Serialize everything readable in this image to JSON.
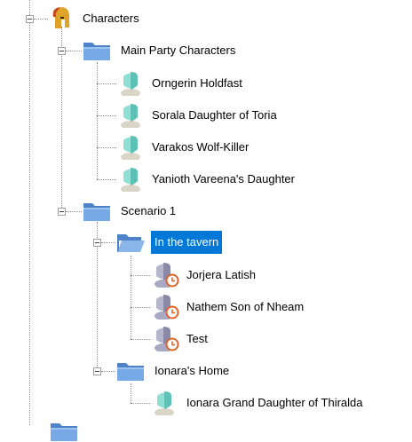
{
  "tree": {
    "root": {
      "label": "Characters",
      "icon": "spartan-helmet-icon"
    },
    "main_party": {
      "label": "Main Party Characters",
      "icon": "folder-icon",
      "children": [
        {
          "label": "Orngerin Holdfast",
          "icon": "character-icon"
        },
        {
          "label": "Sorala Daughter of Toria",
          "icon": "character-icon"
        },
        {
          "label": "Varakos Wolf-Killer",
          "icon": "character-icon"
        },
        {
          "label": "Yanioth Vareena's Daughter",
          "icon": "character-icon"
        }
      ]
    },
    "scenario": {
      "label": "Scenario 1",
      "icon": "folder-icon",
      "tavern": {
        "label": "In the tavern",
        "icon": "folder-open-icon",
        "selected": true,
        "children": [
          {
            "label": "Jorjera Latish",
            "icon": "timed-character-icon"
          },
          {
            "label": "Nathem Son of Nheam",
            "icon": "timed-character-icon"
          },
          {
            "label": "Test",
            "icon": "timed-character-icon"
          }
        ]
      },
      "home": {
        "label": "Ionara's Home",
        "icon": "folder-icon",
        "children": [
          {
            "label": "Ionara Grand Daughter of Thiralda",
            "icon": "character-icon"
          }
        ]
      }
    }
  },
  "colors": {
    "selection": "#0078d7",
    "folder": "#6d9fdc",
    "person": "#7fd6cc",
    "timed_person": "#8a8aa8",
    "clock": "#e0642a"
  }
}
